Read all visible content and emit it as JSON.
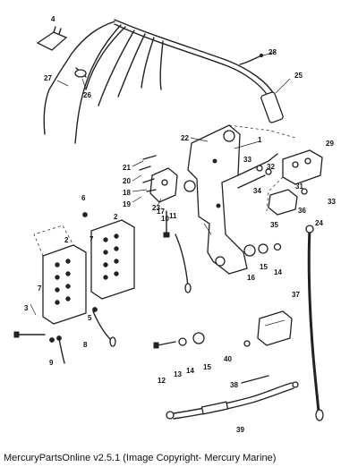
{
  "caption": "MercuryPartsOnline v2.5.1 (Image Copyright- Mercury Marine)",
  "callouts": [
    {
      "id": "c1",
      "text": "1"
    },
    {
      "id": "c2a",
      "text": "2"
    },
    {
      "id": "c2b",
      "text": "2"
    },
    {
      "id": "c3",
      "text": "3"
    },
    {
      "id": "c4",
      "text": "4"
    },
    {
      "id": "c5",
      "text": "5"
    },
    {
      "id": "c6",
      "text": "6"
    },
    {
      "id": "c7a",
      "text": "7"
    },
    {
      "id": "c7b",
      "text": "7"
    },
    {
      "id": "c8",
      "text": "8"
    },
    {
      "id": "c9",
      "text": "9"
    },
    {
      "id": "c10",
      "text": "10"
    },
    {
      "id": "c11",
      "text": "11"
    },
    {
      "id": "c12",
      "text": "12"
    },
    {
      "id": "c13",
      "text": "13"
    },
    {
      "id": "c14a",
      "text": "14"
    },
    {
      "id": "c14b",
      "text": "14"
    },
    {
      "id": "c15a",
      "text": "15"
    },
    {
      "id": "c15b",
      "text": "15"
    },
    {
      "id": "c16",
      "text": "16"
    },
    {
      "id": "c17",
      "text": "17"
    },
    {
      "id": "c18",
      "text": "18"
    },
    {
      "id": "c19",
      "text": "19"
    },
    {
      "id": "c20",
      "text": "20"
    },
    {
      "id": "c21",
      "text": "21"
    },
    {
      "id": "c22",
      "text": "22"
    },
    {
      "id": "c23",
      "text": "23"
    },
    {
      "id": "c24",
      "text": "24"
    },
    {
      "id": "c25",
      "text": "25"
    },
    {
      "id": "c26",
      "text": "26"
    },
    {
      "id": "c27",
      "text": "27"
    },
    {
      "id": "c28",
      "text": "28"
    },
    {
      "id": "c29",
      "text": "29"
    },
    {
      "id": "c31",
      "text": "31"
    },
    {
      "id": "c32",
      "text": "32"
    },
    {
      "id": "c33a",
      "text": "33"
    },
    {
      "id": "c33b",
      "text": "33"
    },
    {
      "id": "c34",
      "text": "34"
    },
    {
      "id": "c35",
      "text": "35"
    },
    {
      "id": "c36",
      "text": "36"
    },
    {
      "id": "c37",
      "text": "37"
    },
    {
      "id": "c38",
      "text": "38"
    },
    {
      "id": "c39",
      "text": "39"
    },
    {
      "id": "c40",
      "text": "40"
    }
  ]
}
